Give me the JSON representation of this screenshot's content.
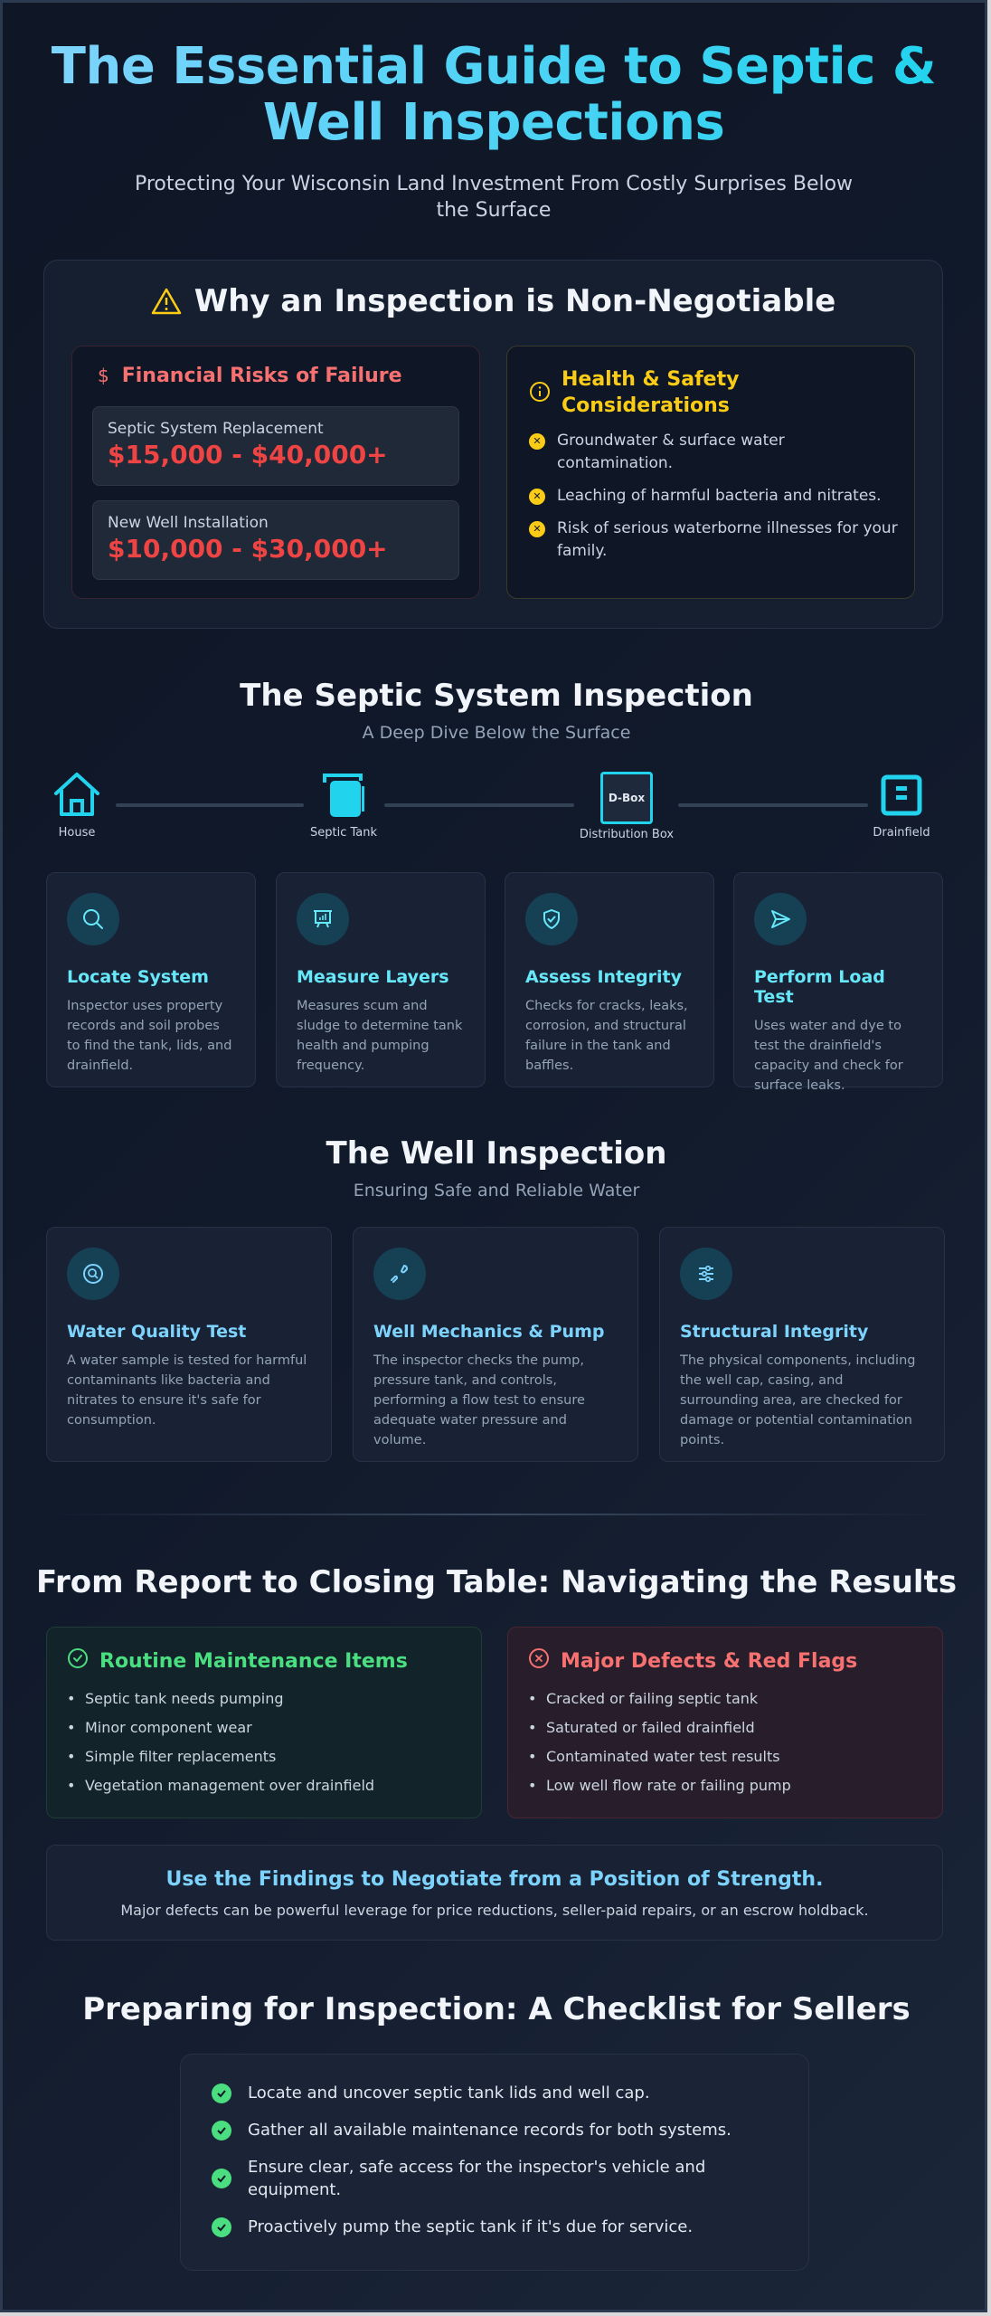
{
  "hero": {
    "title": "The Essential Guide to Septic & Well Inspections",
    "subtitle": "Protecting Your Wisconsin Land Investment From Costly Surprises Below the Surface"
  },
  "why": {
    "icon": "warning-triangle-icon",
    "title": "Why an Inspection is Non-Negotiable",
    "financial": {
      "icon": "dollar-icon",
      "title": "Financial Risks of Failure",
      "costs": [
        {
          "label": "Septic System Replacement",
          "value": "$15,000 - $40,000+"
        },
        {
          "label": "New Well Installation",
          "value": "$10,000 - $30,000+"
        }
      ]
    },
    "health": {
      "icon": "info-circle-icon",
      "title": "Health & Safety Considerations",
      "items": [
        "Groundwater & surface water contamination.",
        "Leaching of harmful bacteria and nitrates.",
        "Risk of serious waterborne illnesses for your family."
      ]
    }
  },
  "septic": {
    "title": "The Septic System Inspection",
    "subtitle": "A Deep Dive Below the Surface",
    "flow": [
      {
        "label": "House",
        "icon": "house-icon"
      },
      {
        "label": "Septic Tank",
        "icon": "septic-tank-icon"
      },
      {
        "label": "Distribution Box",
        "icon_text": "D-Box"
      },
      {
        "label": "Drainfield",
        "icon": "drainfield-icon"
      }
    ],
    "steps": [
      {
        "title": "Locate System",
        "icon": "search-icon",
        "text": "Inspector uses property records and soil probes to find the tank, lids, and drainfield."
      },
      {
        "title": "Measure Layers",
        "icon": "presentation-chart-icon",
        "text": "Measures scum and sludge to determine tank health and pumping frequency."
      },
      {
        "title": "Assess Integrity",
        "icon": "shield-check-icon",
        "text": "Checks for cracks, leaks, corrosion, and structural failure in the tank and baffles."
      },
      {
        "title": "Perform Load Test",
        "icon": "send-icon",
        "text": "Uses water and dye to test the drainfield's capacity and check for surface leaks."
      }
    ]
  },
  "well": {
    "title": "The Well Inspection",
    "subtitle": "Ensuring Safe and Reliable Water",
    "cards": [
      {
        "title": "Water Quality Test",
        "icon": "search-circle-icon",
        "text": "A water sample is tested for harmful contaminants like bacteria and nitrates to ensure it's safe for consumption."
      },
      {
        "title": "Well Mechanics & Pump",
        "icon": "pipe-wrench-icon",
        "text": "The inspector checks the pump, pressure tank, and controls, performing a flow test to ensure adequate water pressure and volume."
      },
      {
        "title": "Structural Integrity",
        "icon": "sliders-icon",
        "text": "The physical components, including the well cap, casing, and surrounding area, are checked for damage or potential contamination points."
      }
    ]
  },
  "results": {
    "title": "From Report to Closing Table: Navigating the Results",
    "routine": {
      "title": "Routine Maintenance Items",
      "icon": "check-circle-icon",
      "items": [
        "Septic tank needs pumping",
        "Minor component wear",
        "Simple filter replacements",
        "Vegetation management over drainfield"
      ]
    },
    "major": {
      "title": "Major Defects & Red Flags",
      "icon": "x-circle-icon",
      "items": [
        "Cracked or failing septic tank",
        "Saturated or failed drainfield",
        "Contaminated water test results",
        "Low well flow rate or failing pump"
      ]
    },
    "negotiate": {
      "title": "Use the Findings to Negotiate from a Position of Strength.",
      "text": "Major defects can be powerful leverage for price reductions, seller-paid repairs, or an escrow holdback."
    }
  },
  "checklist": {
    "title": "Preparing for Inspection: A Checklist for Sellers",
    "items": [
      "Locate and uncover septic tank lids and well cap.",
      "Gather all available maintenance records for both systems.",
      "Ensure clear, safe access for the inspector's vehicle and equipment.",
      "Proactively pump the septic tank if it's due for service."
    ]
  },
  "colors": {
    "accent_cyan": "#22d3ee",
    "accent_blue": "#7dd3fc",
    "danger": "#ef4444",
    "warning": "#facc15",
    "success": "#4ade80",
    "background": "#0f1626"
  }
}
